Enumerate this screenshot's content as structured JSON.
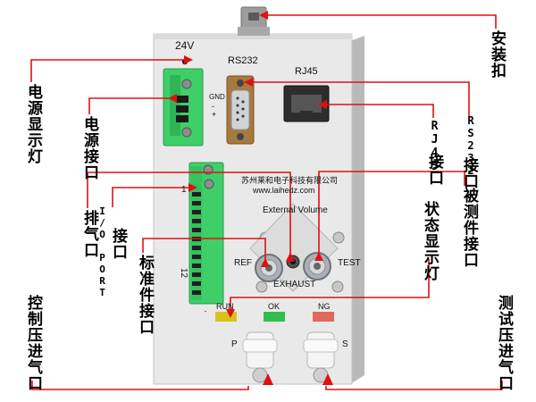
{
  "device": {
    "label_24v": "24V",
    "label_rs232": "RS232",
    "label_rj45": "RJ45",
    "label_gnd": "GND",
    "label_minus": "-",
    "label_plus": "+",
    "company_name": "苏州莱和电子科技有限公司",
    "company_url": "www.laihedz.com",
    "external_volume": "External Volume",
    "ref": "REF",
    "test": "TEST",
    "exhaust": "EXHAUST",
    "terminal_1": "1",
    "terminal_12": "12",
    "run": "RUN",
    "ok": "OK",
    "ng": "NG",
    "port_p": "P",
    "port_s": "S"
  },
  "callouts": {
    "power_indicator": "电源显示灯",
    "power_port": "电源接口",
    "exhaust_port": "排气口",
    "io_port_en": "I/O PORT",
    "io_port_cn": "接口",
    "standard_part_port": "标准件接口",
    "control_pressure_inlet": "控制压进气口",
    "mounting_buckle": "安装扣",
    "rj45_en": "RJ45",
    "rj45_cn": "接口",
    "rs232_en": "RS232",
    "rs232_cn": "接口",
    "tested_part_port": "被测件接口",
    "status_indicator": "状态显示灯",
    "test_pressure_inlet": "测试压进气口"
  },
  "colors": {
    "callout_line": "#e01010",
    "panel": "#e9e9e9",
    "terminal_green": "#3fcf68",
    "run_led": "#d9c31a",
    "ok_led": "#2fbf4a",
    "ng_led": "#e0675a"
  }
}
